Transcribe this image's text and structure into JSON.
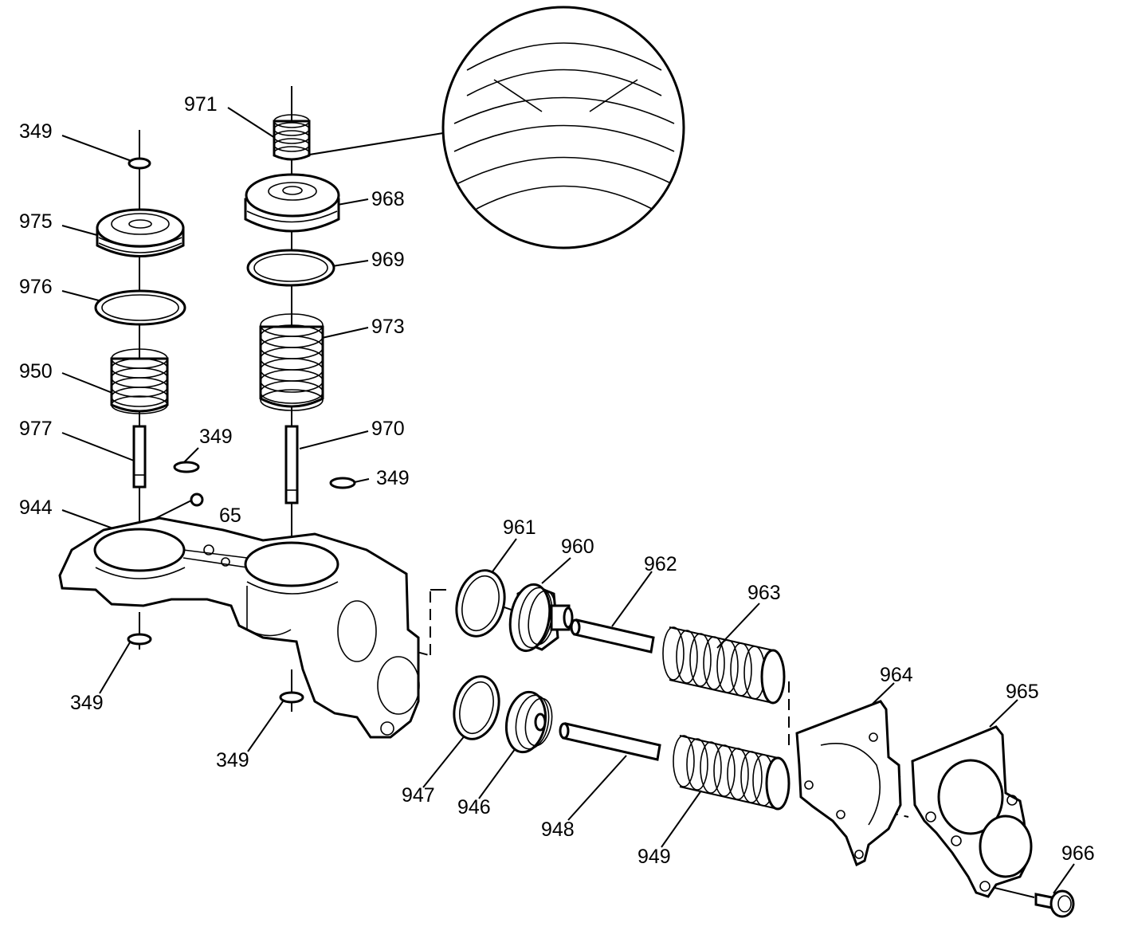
{
  "diagram": {
    "callouts": {
      "p349_a": "349",
      "p975": "975",
      "p976": "976",
      "p950": "950",
      "p977": "977",
      "p349_b": "349",
      "p944": "944",
      "p65": "65",
      "p349_c": "349",
      "p971": "971",
      "p968": "968",
      "p969": "969",
      "p973": "973",
      "p970": "970",
      "p349_d": "349",
      "p349_e": "349",
      "p961": "961",
      "p960": "960",
      "p962": "962",
      "p963": "963",
      "p964": "964",
      "p965": "965",
      "p966": "966",
      "p947": "947",
      "p946": "946",
      "p948": "948",
      "p949": "949"
    }
  }
}
